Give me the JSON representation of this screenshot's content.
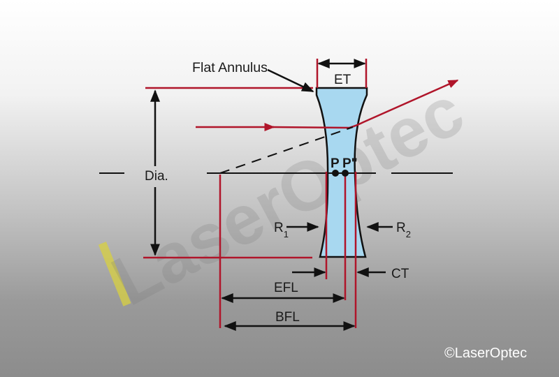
{
  "diagram": {
    "title_label": "Flat Annulus",
    "labels": {
      "edge_thickness": "ET",
      "diameter": "Dia.",
      "principal_point_1": "P",
      "principal_point_2": "P\"",
      "radius_1": "R",
      "radius_1_sub": "1",
      "radius_2": "R",
      "radius_2_sub": "2",
      "center_thickness": "CT",
      "effective_focal_length": "EFL",
      "back_focal_length": "BFL"
    },
    "watermark": "LaserOptec",
    "copyright": "©LaserOptec",
    "colors": {
      "ray": "#b0152a",
      "lens_fill": "#a8d8f0",
      "outline": "#111111",
      "copyright": "#ffffff"
    }
  }
}
